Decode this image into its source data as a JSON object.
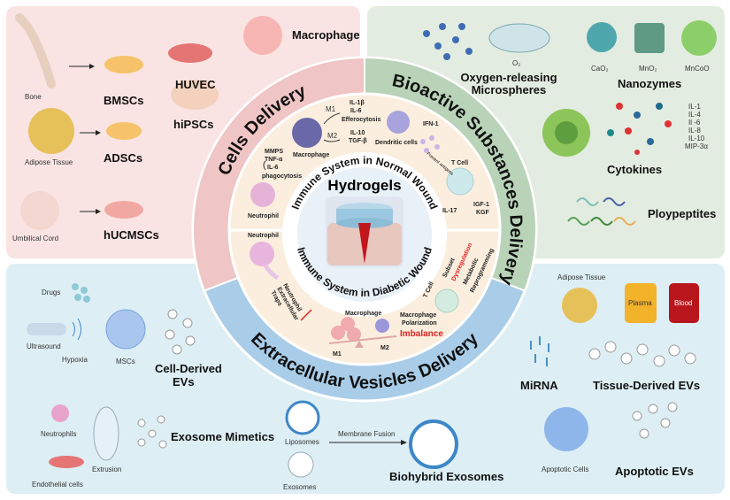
{
  "ring": {
    "cells": "Cells Delivery",
    "bioactive": "Bioactive Substances Delivery",
    "ev": "Extracellular Vesicles Delivery"
  },
  "center": {
    "title": "Hydrogels",
    "normal": "Immune System in Normal Wound",
    "diabetic": "Immune System in Diabetic Wound"
  },
  "normal": {
    "neutrophil": "Neutrophil",
    "mmps": "MMPS",
    "tnf": "TNF-α",
    "il6": "IL-6",
    "phago": "phagocytosis",
    "macrophage": "Macrophage",
    "m1": "M1",
    "m2": "M2",
    "il1b": "IL-1β",
    "il6b": "IL-6",
    "effero": "Efferocytosis",
    "il10": "IL-10",
    "tgfb": "TGF-β",
    "dendritic": "Dendritic cells",
    "ifn": "IFN-1",
    "antigen": "Present antigens",
    "tcell": "T Cell",
    "il17": "IL-17",
    "igf": "IGF-1",
    "kgf": "KGF"
  },
  "diabetic": {
    "neutrophil": "Neutrophil",
    "net1": "Neutrophil",
    "net2": "Extracellular",
    "net3": "Traps",
    "macrophage": "Macrophage",
    "m1": "M1",
    "m2": "M2",
    "mp1": "Macrophage",
    "mp2": "Polarization",
    "imbalance": "Imbalance",
    "tcell": "T Cell",
    "subset": "Subset",
    "dysreg": "Dysregulation",
    "meta1": "Metabolic",
    "meta2": "Reprogramming"
  },
  "cells": {
    "bone": "Bone",
    "bmscs": "BMSCs",
    "huvec": "HUVEC",
    "macrophage": "Macrophage",
    "hipscs": "hiPSCs",
    "adipose": "Adipose Tissue",
    "adscs": "ADSCs",
    "umbilical": "Umbilical Cord",
    "hucmscs": "hUCMSCs"
  },
  "bioactive": {
    "o2": "O₂",
    "oxy1": "Oxygen-releasing",
    "oxy2": "Microspheres",
    "cao2": "CaO₂",
    "mno2": "MnO₂",
    "mncoo": "MnCoO",
    "nanozymes": "Nanozymes",
    "cytokine_list": [
      "IL-1",
      "IL-4",
      "Il -6",
      "IL-8",
      "IL-10",
      "MIP-3α"
    ],
    "cytokines": "Cytokines",
    "polypeptides": "Ploypeptites"
  },
  "ev": {
    "drugs": "Drugs",
    "ultrasound": "Ultrasound",
    "hypoxia": "Hypoxia",
    "mscs": "MSCs",
    "cell_ev1": "Cell-Derived",
    "cell_ev2": "EVs",
    "neutrophils": "Neutrophils",
    "endothelial": "Endothelial cells",
    "extrusion": "Extrusion",
    "mimetics": "Exosome Mimetics",
    "liposomes": "Liposomes",
    "exosomes": "Exosomes",
    "fusion": "Membrane Fusion",
    "biohybrid": "Biohybrid Exosomes",
    "adipose": "Adipose Tissue",
    "plasma": "Plasma",
    "blood": "Blood",
    "mirna": "MiRNA",
    "tissue_ev": "Tissue-Derived EVs",
    "apoptotic_cells": "Apoptotic Cells",
    "apoptotic_ev": "Apoptotic EVs"
  },
  "colors": {
    "cells_panel": "#f9e4e3",
    "bio_panel": "#e3ece0",
    "ev_panel": "#ddeef4",
    "cells_ring": "#f0c5c5",
    "bio_ring": "#b9d3b9",
    "ev_ring": "#a9cde8",
    "inner_disk": "#fbeede",
    "red": "#e02020"
  }
}
